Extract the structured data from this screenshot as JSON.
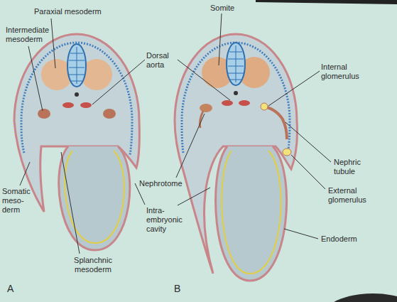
{
  "diagram": {
    "labels": [
      "Paraxial mesoderm",
      "Intermediate mesoderm",
      "Somatic meso- derm",
      "Splanchnic mesoderm",
      "Dorsal aorta",
      "Nephrotome",
      "Intra- embryonic cavity",
      "A",
      "Somite",
      "Internal glomerulus",
      "Nephric tubule",
      "External glomerulus",
      "Endoderm",
      "B"
    ]
  }
}
